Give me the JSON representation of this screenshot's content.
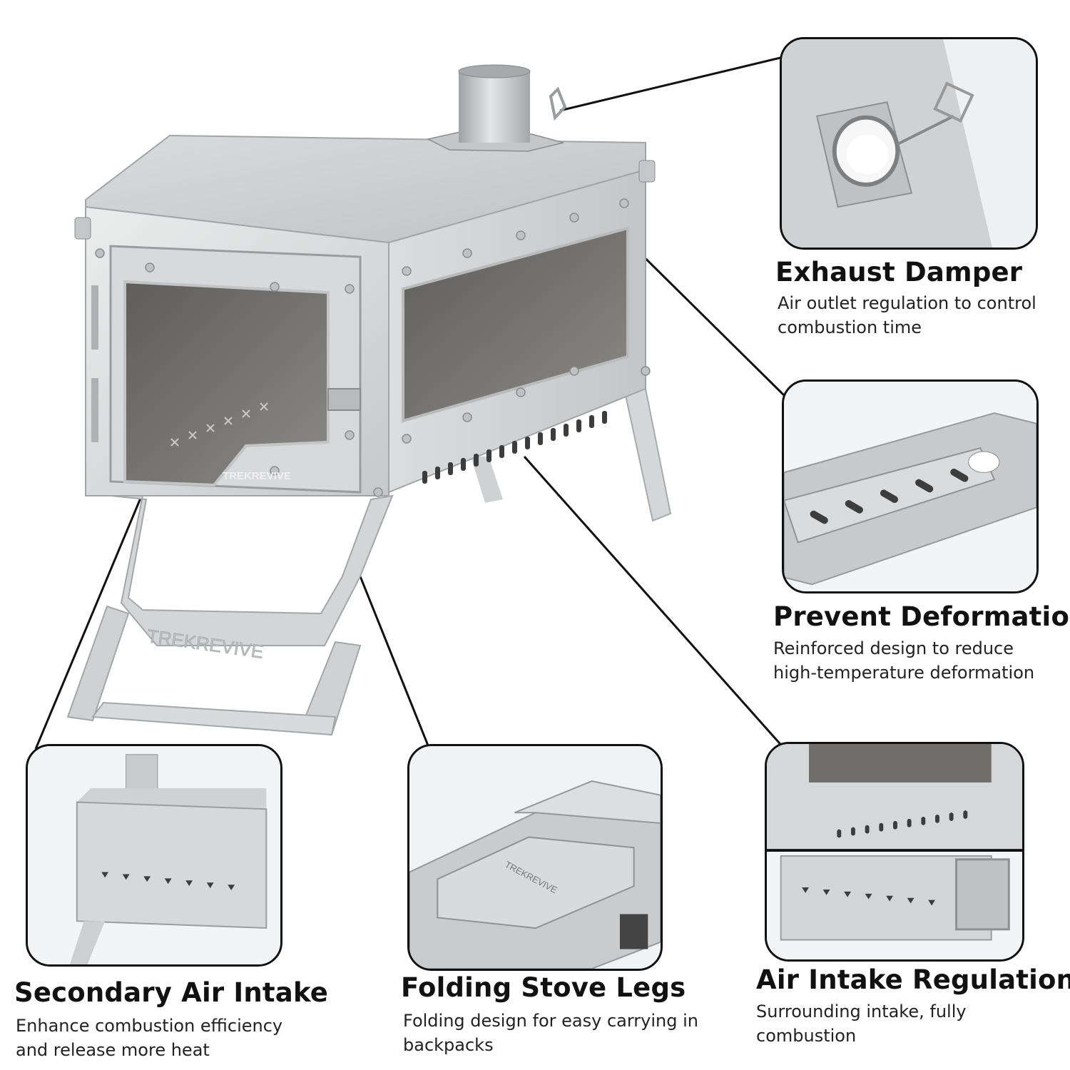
{
  "brand": "TREKREVIVE",
  "features": [
    {
      "id": "exhaust-damper",
      "title": "Exhaust Damper",
      "desc_line1": "Air outlet regulation to control",
      "desc_line2": "combustion time"
    },
    {
      "id": "prevent-deformation",
      "title": "Prevent Deformation",
      "desc_line1": "Reinforced design to reduce",
      "desc_line2": "high-temperature deformation"
    },
    {
      "id": "secondary-air-intake",
      "title": "Secondary Air Intake",
      "desc_line1": "Enhance combustion efficiency",
      "desc_line2": "and release more heat"
    },
    {
      "id": "folding-stove-legs",
      "title": "Folding Stove Legs",
      "desc_line1": "Folding design for easy carrying in",
      "desc_line2": "backpacks"
    },
    {
      "id": "air-intake-regulation",
      "title": "Air Intake Regulation",
      "desc_line1": "Surrounding intake, fully",
      "desc_line2": "combustion"
    }
  ],
  "colors": {
    "steel_light": "#e6e7e8",
    "steel_mid": "#c9cbcd",
    "steel_dark": "#9a9da0",
    "glass": "#6f6e6b",
    "line": "#111111"
  }
}
